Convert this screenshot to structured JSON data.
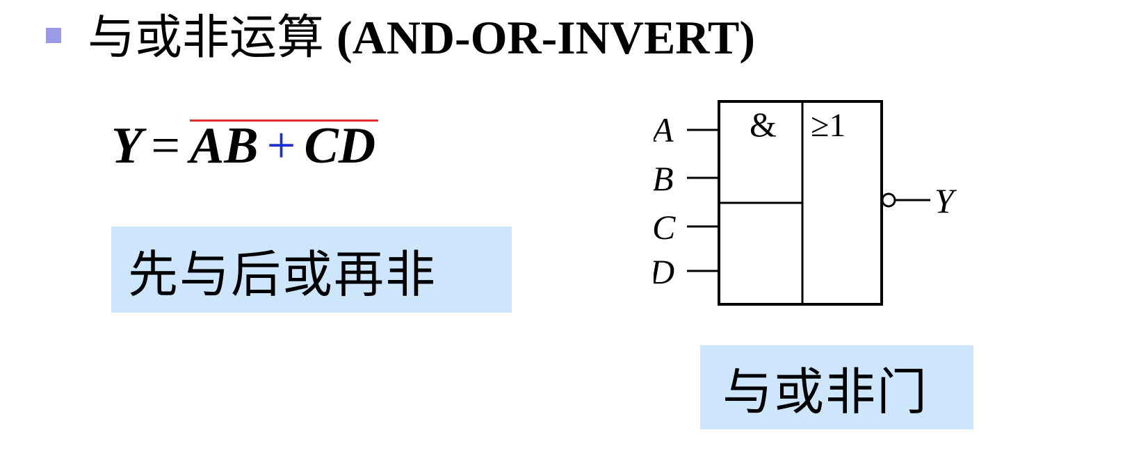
{
  "heading": {
    "title_cn": "与或非运算",
    "title_en": "(AND-OR-INVERT)"
  },
  "formula": {
    "lhs": "Y",
    "equals": "=",
    "term1": "AB",
    "plus": "+",
    "term2": "CD",
    "overline_color": "#e0302a",
    "plus_color": "#1a2fd6"
  },
  "note": {
    "text": "先与后或再非"
  },
  "gate": {
    "inputs": [
      "A",
      "B",
      "C",
      "D"
    ],
    "and_symbol": "&",
    "or_symbol": "≥1",
    "output": "Y"
  },
  "caption": {
    "text": "与或非门"
  },
  "colors": {
    "bullet": "#9a9be6",
    "highlight_box": "#cde6fb"
  }
}
